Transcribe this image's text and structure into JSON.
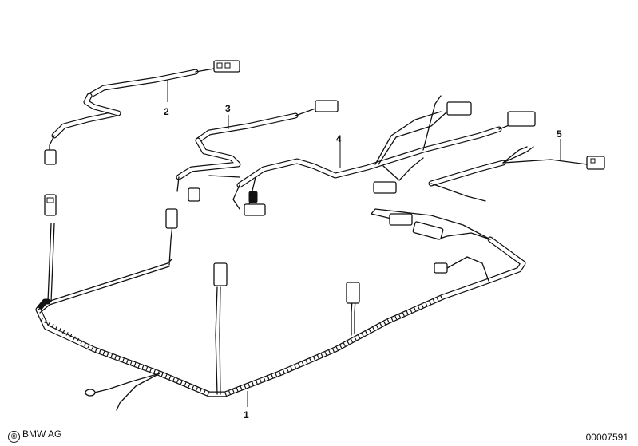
{
  "callouts": [
    {
      "id": "1",
      "label": "1"
    },
    {
      "id": "2",
      "label": "2"
    },
    {
      "id": "3",
      "label": "3"
    },
    {
      "id": "4",
      "label": "4"
    },
    {
      "id": "5",
      "label": "5"
    }
  ],
  "footer": {
    "copyright_symbol": "©",
    "copyright_text": "BMW AG",
    "figure_number": "00007591"
  },
  "colors": {
    "line": "#111111",
    "background": "#ffffff"
  }
}
